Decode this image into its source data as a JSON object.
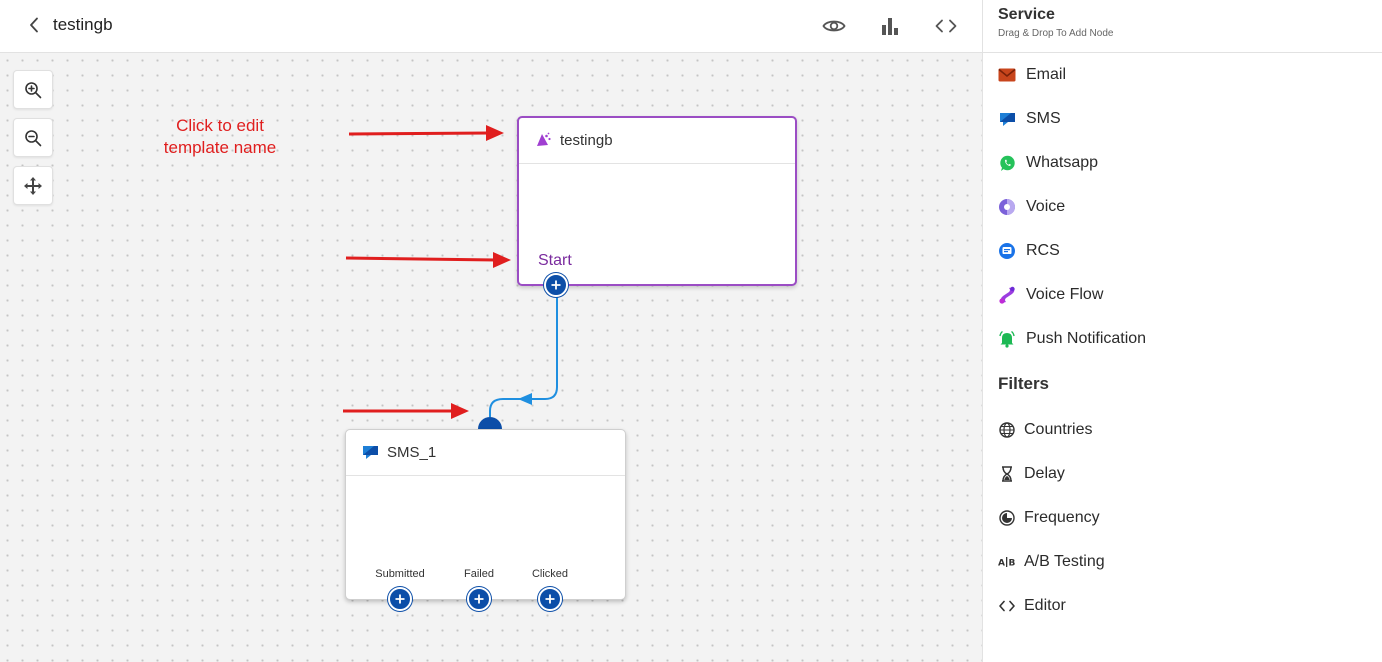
{
  "header": {
    "title": "testingb",
    "icons": [
      "back-icon",
      "eye-icon",
      "bar-chart-icon",
      "code-icon"
    ]
  },
  "canvas": {
    "controls": [
      "zoom-in-icon",
      "zoom-out-icon",
      "move-icon"
    ],
    "annotation": "Click to edit template name",
    "start_node": {
      "title": "testingb",
      "label": "Start"
    },
    "sms_node": {
      "title": "SMS_1",
      "outputs": [
        "Submitted",
        "Failed",
        "Clicked"
      ]
    },
    "colors": {
      "accent": "#9b4dc4",
      "handle": "#0c4ea8",
      "edge": "#1f8fe0",
      "arrow": "#e01e1e"
    }
  },
  "sidebar": {
    "title": "Service",
    "subtitle": "Drag & Drop To Add Node",
    "services": [
      {
        "label": "Email",
        "icon": "email-icon"
      },
      {
        "label": "SMS",
        "icon": "sms-icon"
      },
      {
        "label": "Whatsapp",
        "icon": "whatsapp-icon"
      },
      {
        "label": "Voice",
        "icon": "voice-icon"
      },
      {
        "label": "RCS",
        "icon": "rcs-icon"
      },
      {
        "label": "Voice Flow",
        "icon": "voice-flow-icon"
      },
      {
        "label": "Push Notification",
        "icon": "push-notification-icon"
      }
    ],
    "filters_title": "Filters",
    "filters": [
      {
        "label": "Countries",
        "icon": "globe-icon"
      },
      {
        "label": "Delay",
        "icon": "hourglass-icon"
      },
      {
        "label": "Frequency",
        "icon": "frequency-icon"
      },
      {
        "label": "A/B Testing",
        "icon": "ab-testing-icon"
      },
      {
        "label": "Editor",
        "icon": "code-icon"
      }
    ]
  }
}
